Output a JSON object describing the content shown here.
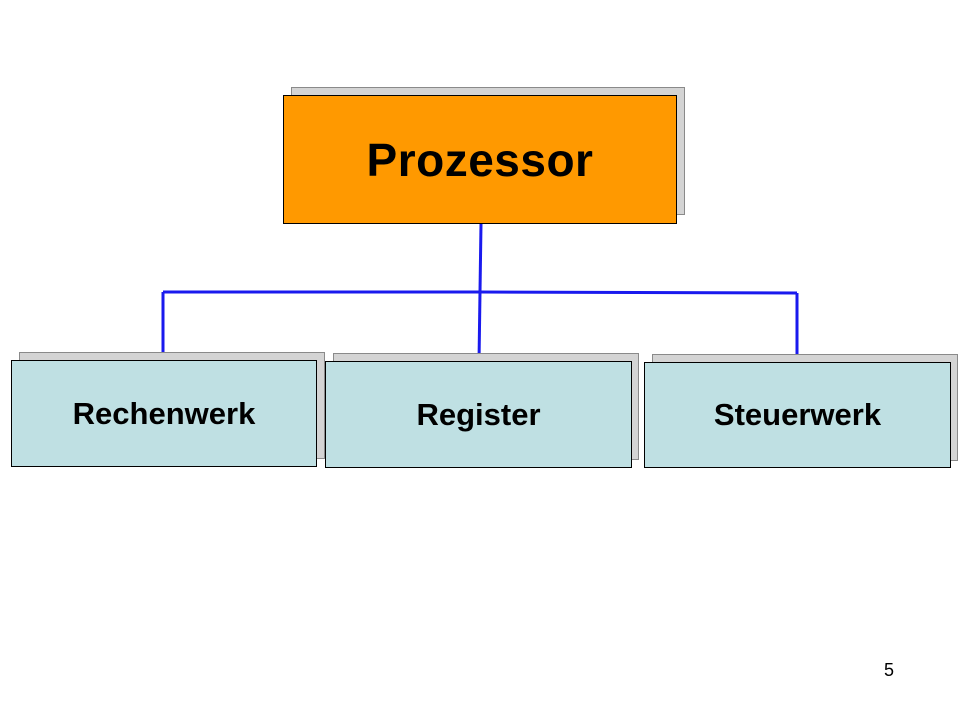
{
  "diagram": {
    "root": {
      "label": "Prozessor",
      "color": "#ff9900"
    },
    "children": [
      {
        "label": "Rechenwerk",
        "color": "#bfe0e3"
      },
      {
        "label": "Register",
        "color": "#bfe0e3"
      },
      {
        "label": "Steuerwerk",
        "color": "#bfe0e3"
      }
    ],
    "connector_color": "#0000ff"
  },
  "footer": {
    "page_number": "5"
  }
}
